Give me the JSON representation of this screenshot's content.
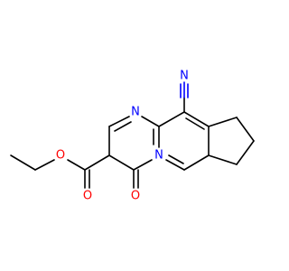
{
  "molecule": {
    "atoms": {
      "nitrile_n": "N",
      "pyrimidine_n": "N",
      "bridge_n": "N",
      "ketone_o": "O",
      "ester_carbonyl_o": "O",
      "ester_ether_o": "O"
    },
    "colors": {
      "carbon_bond": "#000000",
      "nitrogen": "#0000ff",
      "oxygen": "#ff0000",
      "background": "#ffffff"
    }
  }
}
